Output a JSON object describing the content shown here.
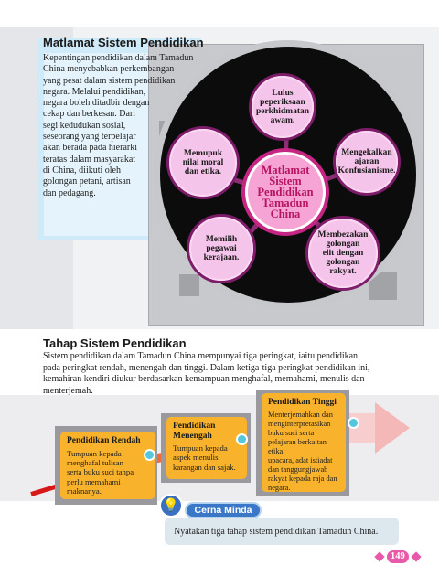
{
  "section1": {
    "title": "Matlamat Sistem Pendidikan",
    "paragraph_lines": [
      "Kepentingan pendidikan dalam Tamadun",
      "China menyebabkan perkembangan",
      "yang pesat dalam sistem pendidikan",
      "negara. Melalui pendidikan,",
      "negara boleh ditadbir dengan",
      "cekap dan berkesan. Dari",
      "segi kedudukan sosial,",
      "seseorang yang terpelajar",
      "akan berada pada hierarki",
      "teratas dalam masyarakat",
      "di China, diikuti oleh",
      "golongan petani, artisan",
      "dan pedagang."
    ]
  },
  "diagram": {
    "center": [
      "Matlamat",
      "Sistem",
      "Pendidikan",
      "Tamadun",
      "China"
    ],
    "nodes": [
      {
        "lines": [
          "Lulus",
          "peperiksaan",
          "perkhidmatan",
          "awam."
        ]
      },
      {
        "lines": [
          "Mengekalkan",
          "ajaran",
          "Konfusianisme."
        ]
      },
      {
        "lines": [
          "Membezakan",
          "golongan",
          "elit dengan",
          "golongan",
          "rakyat."
        ]
      },
      {
        "lines": [
          "Memilih",
          "pegawai",
          "kerajaan."
        ]
      },
      {
        "lines": [
          "Memupuk",
          "nilai moral",
          "dan etika."
        ]
      }
    ]
  },
  "section2": {
    "title": "Tahap Sistem Pendidikan",
    "paragraph_lines": [
      "Sistem pendidikan dalam Tamadun China mempunyai tiga peringkat, iaitu pendidikan",
      "pada peringkat rendah, menengah dan tinggi. Dalam ketiga-tiga peringkat pendidikan ini,",
      "kemahiran kendiri diukur berdasarkan kemampuan menghafal, memahami, menulis dan",
      "menterjemah."
    ]
  },
  "levels": [
    {
      "title": [
        "Pendidikan Rendah"
      ],
      "lines": [
        "Tumpuan kepada",
        "menghafal tulisan",
        "serta buku suci tanpa",
        "perlu memahami",
        "maknanya."
      ]
    },
    {
      "title": [
        "Pendidikan",
        "Menengah"
      ],
      "lines": [
        "Tumpuan kepada",
        "aspek menulis",
        "karangan dan sajak."
      ]
    },
    {
      "title": [
        "Pendidikan Tinggi"
      ],
      "lines": [
        "Menterjemahkan dan",
        "menginterpretasikan",
        "buku suci serta",
        "pelajaran berkaitan etika",
        "upacara, adat istiadat",
        "dan tanggungjawab",
        "rakyat kepada raja dan",
        "negara."
      ]
    }
  ],
  "cerna_minda": {
    "label": "Cerna Minda",
    "question": "Nyatakan tiga tahap sistem pendidikan Tamadun China."
  },
  "page_number": "149",
  "colors": {
    "accent_pink": "#e85aa9",
    "node_purple": "#7d1d69",
    "box_orange": "#f8b22c",
    "center_pink": "#c52683"
  }
}
